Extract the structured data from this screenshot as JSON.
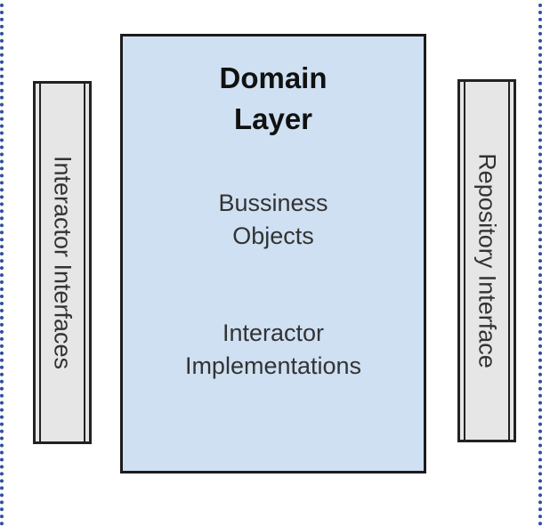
{
  "domain_layer": {
    "title": "Domain\nLayer",
    "items": [
      "Bussiness\nObjects",
      "Interactor\nImplementations"
    ]
  },
  "left_panel": {
    "label": "Interactor Interfaces"
  },
  "right_panel": {
    "label": "Repository Interface"
  },
  "colors": {
    "domain_fill": "#cfe0f2",
    "panel_fill": "#e6e6e6",
    "border": "#1c1c1c",
    "dotted_line": "#2f4f9f"
  }
}
